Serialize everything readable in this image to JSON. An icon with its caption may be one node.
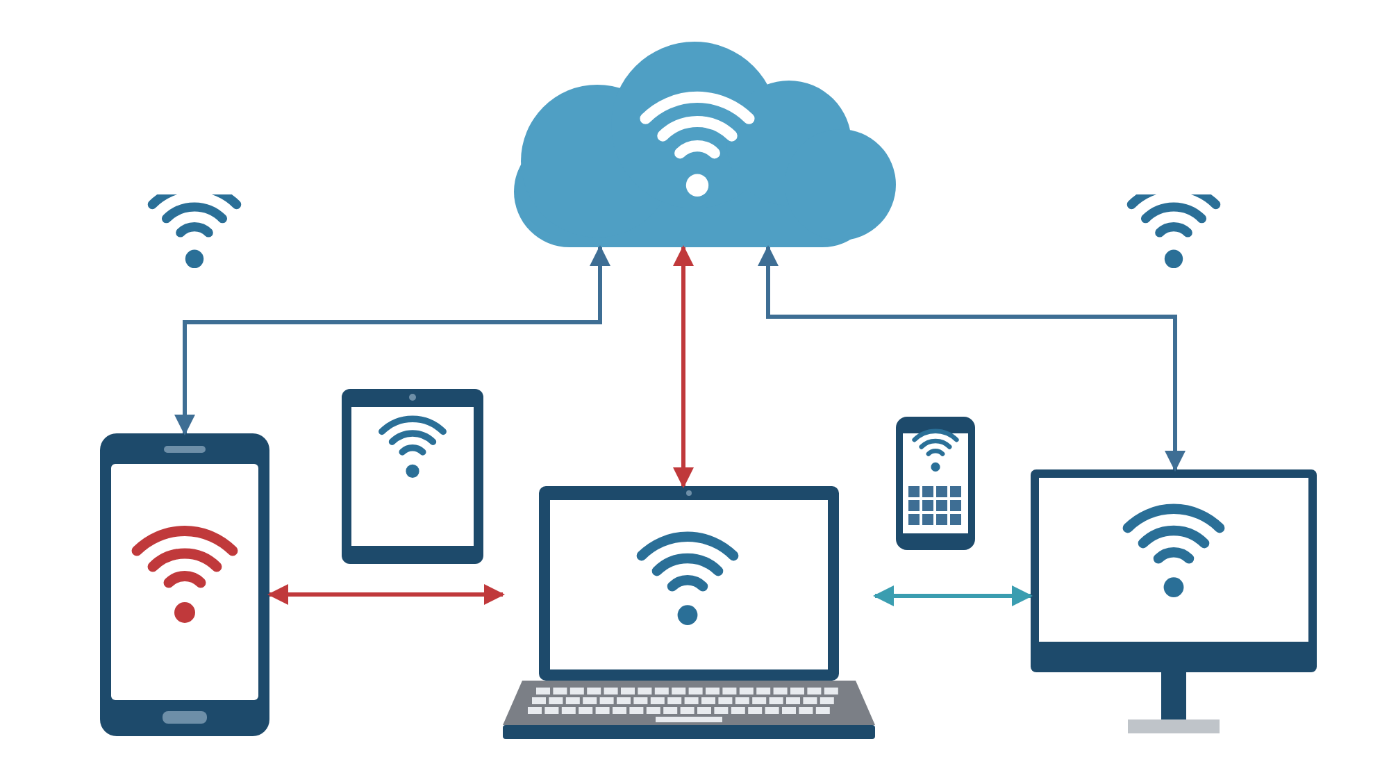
{
  "diagram": {
    "nodes": [
      {
        "text": [],
        "shape": "cloud"
      },
      {
        "text": [],
        "shape": "phone"
      },
      {
        "text": [],
        "shape": "tablet"
      },
      {
        "text": [],
        "shape": "laptop"
      },
      {
        "text": [],
        "shape": "phone"
      },
      {
        "text": [],
        "shape": "monitor"
      }
    ],
    "edges": [
      {
        "from": 0,
        "to": 1,
        "arrow": "both",
        "color": "#3e6e94"
      },
      {
        "from": 0,
        "to": 3,
        "arrow": "both",
        "color": "#c0393b"
      },
      {
        "from": 0,
        "to": 5,
        "arrow": "both",
        "color": "#3e6e94"
      },
      {
        "from": 1,
        "to": 3,
        "arrow": "both",
        "color": "#c0393b"
      },
      {
        "from": 3,
        "to": 5,
        "arrow": "both",
        "color": "#3a9db0"
      }
    ]
  }
}
